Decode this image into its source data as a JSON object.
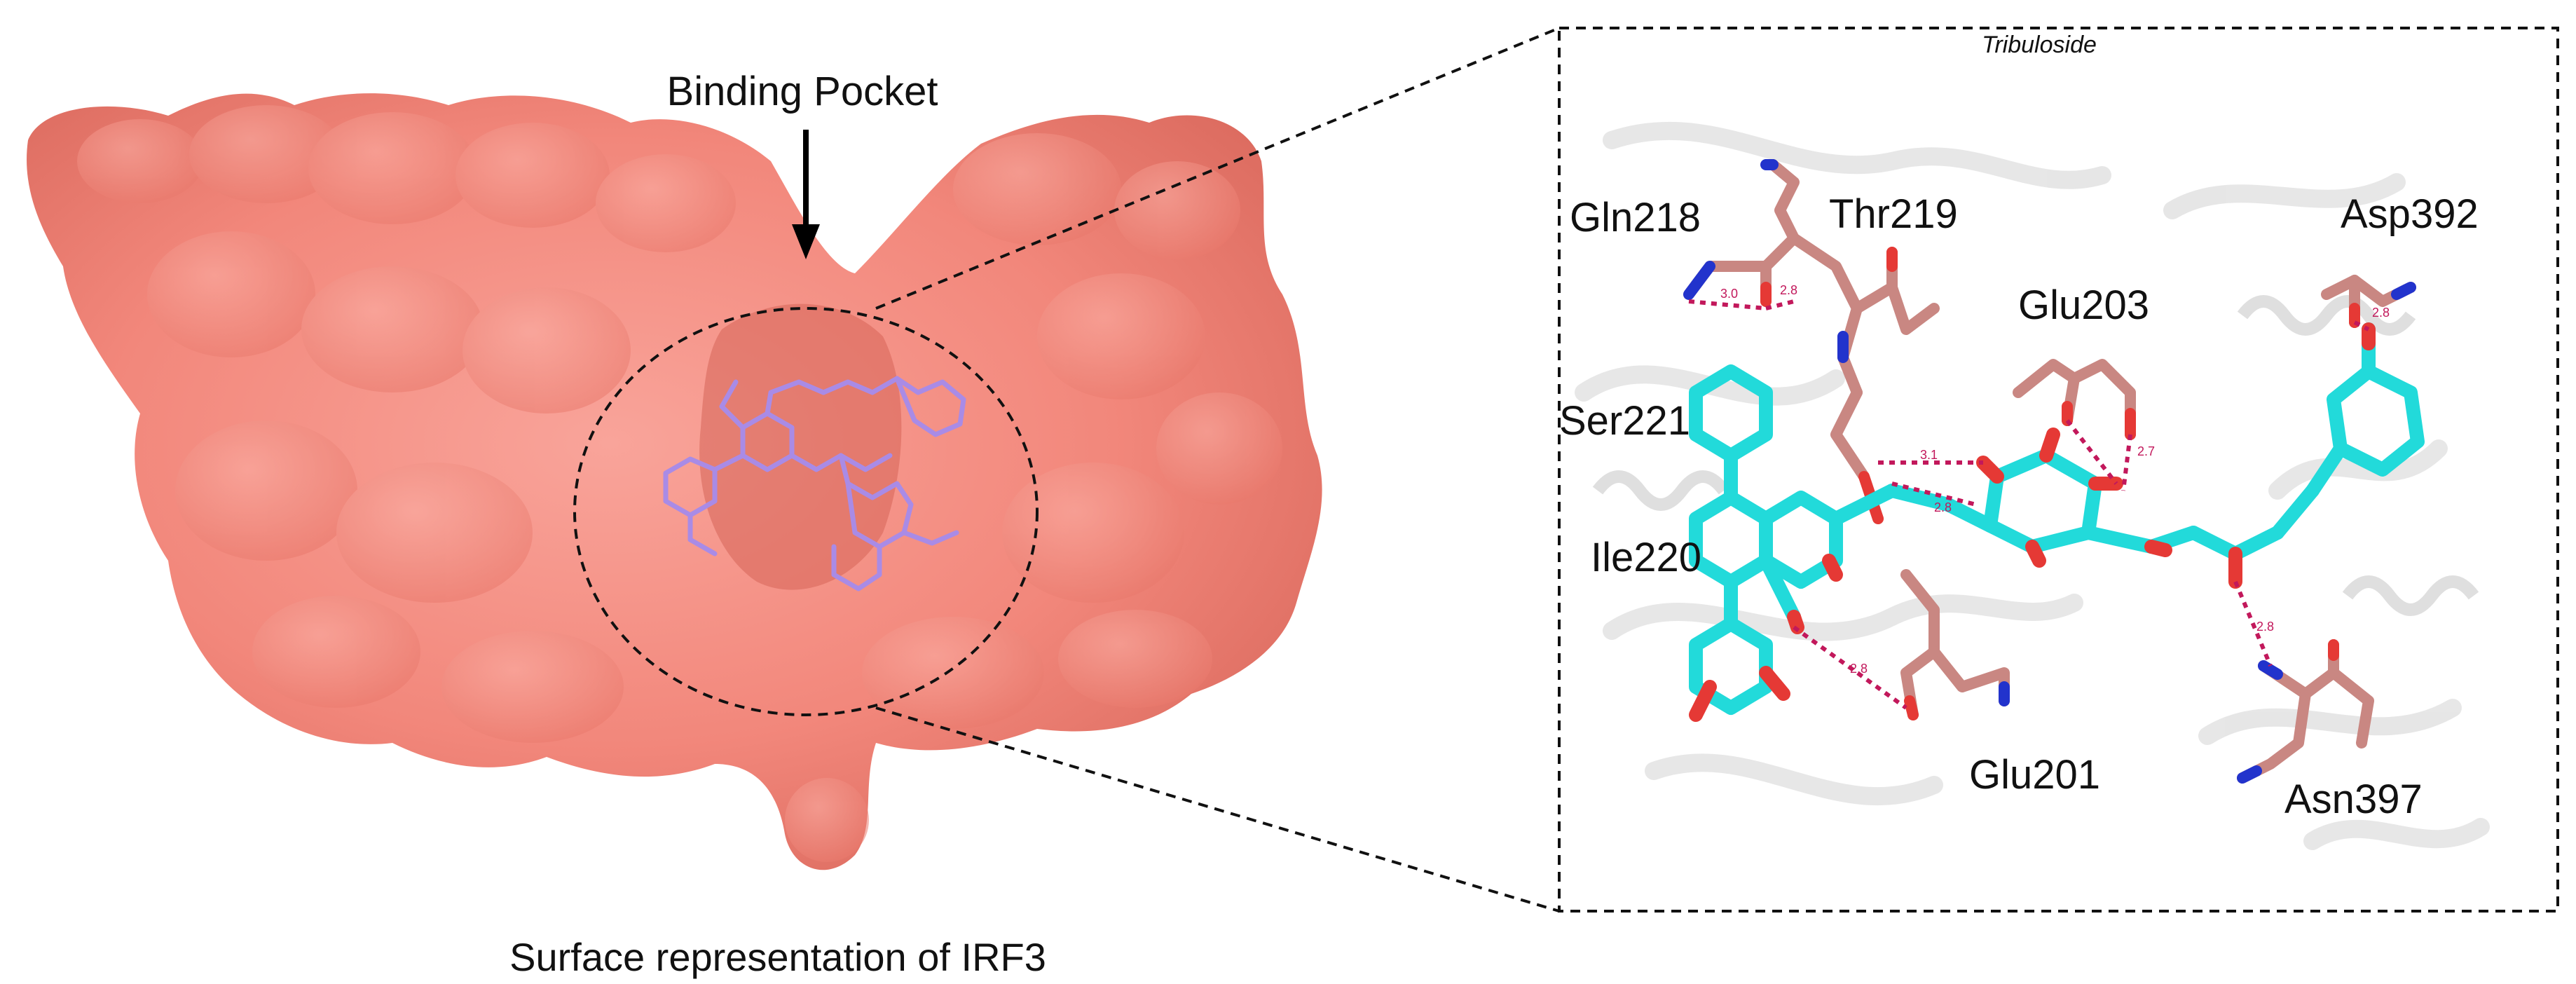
{
  "figure": {
    "pocket_label": "Binding Pocket",
    "surface_caption": "Surface representation of IRF3",
    "ligand_name": "Tribuloside",
    "colors": {
      "surface": "#F2877B",
      "surface_shade": "#E46F63",
      "ligand_surface": "#A98BE6",
      "ligand_carbon": "#22DADA",
      "residue_carbon": "#C98782",
      "oxygen": "#E53935",
      "nitrogen": "#2233CC",
      "hbond": "#C2185B",
      "cartoon": "#E4E4E4"
    }
  },
  "residues": [
    {
      "id": "gln218",
      "label": "Gln218"
    },
    {
      "id": "thr219",
      "label": "Thr219"
    },
    {
      "id": "glu203",
      "label": "Glu203"
    },
    {
      "id": "asp392",
      "label": "Asp392"
    },
    {
      "id": "ser221",
      "label": "Ser221"
    },
    {
      "id": "ile220",
      "label": "Ile220"
    },
    {
      "id": "glu201",
      "label": "Glu201"
    },
    {
      "id": "asn397",
      "label": "Asn397"
    }
  ],
  "distances": [
    "3.0",
    "2.8",
    "3.1",
    "2.8",
    "2.7",
    "2.8",
    "2.8",
    "2.8"
  ]
}
